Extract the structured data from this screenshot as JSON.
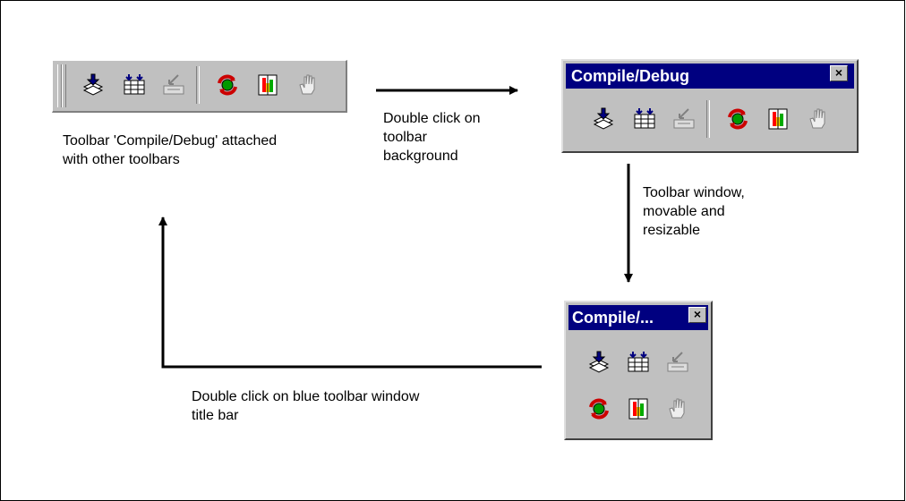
{
  "docked_toolbar": {
    "caption": "Toolbar 'Compile/Debug' attached\nwith other toolbars"
  },
  "floating_toolbar_wide": {
    "title": "Compile/Debug",
    "close_glyph": "×"
  },
  "floating_toolbar_narrow": {
    "title": "Compile/...",
    "close_glyph": "×"
  },
  "arrow_labels": {
    "double_click_background": "Double click on\ntoolbar\nbackground",
    "movable_resizable": "Toolbar window,\nmovable and\nresizable",
    "double_click_title": "Double click on blue toolbar window\ntitle bar"
  },
  "buttons": [
    {
      "name": "compile",
      "icon": "compile-stack-icon"
    },
    {
      "name": "build",
      "icon": "build-grid-icon"
    },
    {
      "name": "download",
      "icon": "download-disabled-icon"
    },
    {
      "name": "reset",
      "icon": "reset-cycle-icon"
    },
    {
      "name": "run",
      "icon": "run-bars-icon"
    },
    {
      "name": "stop",
      "icon": "hand-stop-disabled-icon"
    }
  ],
  "colors": {
    "title_bar": "#000080",
    "toolbar_face": "#c0c0c0"
  }
}
